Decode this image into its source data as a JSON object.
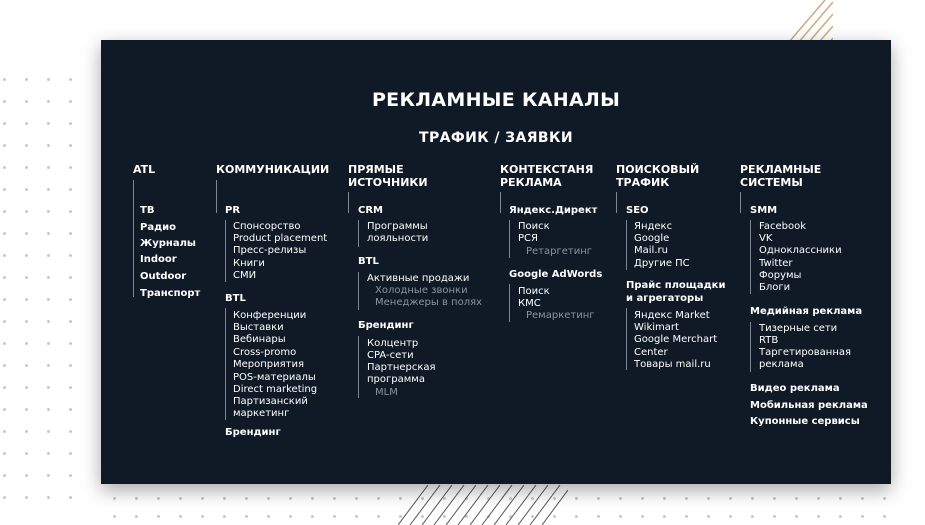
{
  "title": "РЕКЛАМНЫЕ КАНАЛЫ",
  "subtitle": "ТРАФИК / ЗАЯВКИ",
  "columns": {
    "atl": {
      "title": "ATL",
      "items": [
        "ТВ",
        "Радио",
        "Журналы",
        "Indoor",
        "Outdoor",
        "Транспорт"
      ]
    },
    "comm": {
      "title": "КОММУНИКАЦИИ",
      "pr_head": "PR",
      "pr_items": [
        "Спонсорство",
        "Product placement",
        "Пресс-релизы",
        "Книги",
        "СМИ"
      ],
      "btl_head": "BTL",
      "btl_items": [
        "Конференции",
        "Выставки",
        "Вебинары",
        "Cross-promo",
        "Мероприятия",
        "POS-материалы",
        "Direct marketing",
        "Партизанский",
        "маркетинг"
      ],
      "branding_head": "Брендинг"
    },
    "direct": {
      "title": "ПРЯМЫЕ\nИСТОЧНИКИ",
      "crm_head": "CRM",
      "crm_items": [
        "Программы",
        "лояльности"
      ],
      "btl_head": "BTL",
      "btl_items": [
        "Активные продажи"
      ],
      "btl_sub": [
        "Холодные звонки",
        "Менеджеры в полях"
      ],
      "brand_head": "Брендинг",
      "brand_items": [
        "Колцентр",
        "CPA-сети",
        "Партнерская",
        "программа"
      ],
      "brand_sub": [
        "MLM"
      ]
    },
    "context": {
      "title": "КОНТЕКСТАНЯ\nРЕКЛАМА",
      "yd_head": "Яндекс.Директ",
      "yd_items": [
        "Поиск",
        "РСЯ"
      ],
      "yd_sub": [
        "Ретаргетинг"
      ],
      "ga_head": "Google AdWords",
      "ga_items": [
        "Поиск",
        "КМС"
      ],
      "ga_sub": [
        "Ремаркетинг"
      ]
    },
    "search": {
      "title": "ПОИСКОВЫЙ\nТРАФИК",
      "seo_head": "SEO",
      "seo_items": [
        "Яндекс",
        "Google",
        "Mail.ru",
        "Другие ПС"
      ],
      "agg_head_1": "Прайс площадки",
      "agg_head_2": "и агрегаторы",
      "agg_items": [
        "Яндекс Market",
        "Wikimart",
        "Google Merchart",
        "Center",
        "Товары mail.ru"
      ]
    },
    "systems": {
      "title": "РЕКЛАМНЫЕ\nСИСТЕМЫ",
      "smm_head": "SMM",
      "smm_items": [
        "Facebook",
        "VK",
        "Одноклассники",
        "Twitter",
        "Форумы",
        "Блоги"
      ],
      "media_head": "Медийная реклама",
      "media_items": [
        "Тизерные сети",
        "RTB",
        "Таргетированная",
        "реклама"
      ],
      "video_head": "Видео реклама",
      "mobile_head": "Мобильная реклама",
      "coupon_head": "Купонные сервисы"
    }
  }
}
